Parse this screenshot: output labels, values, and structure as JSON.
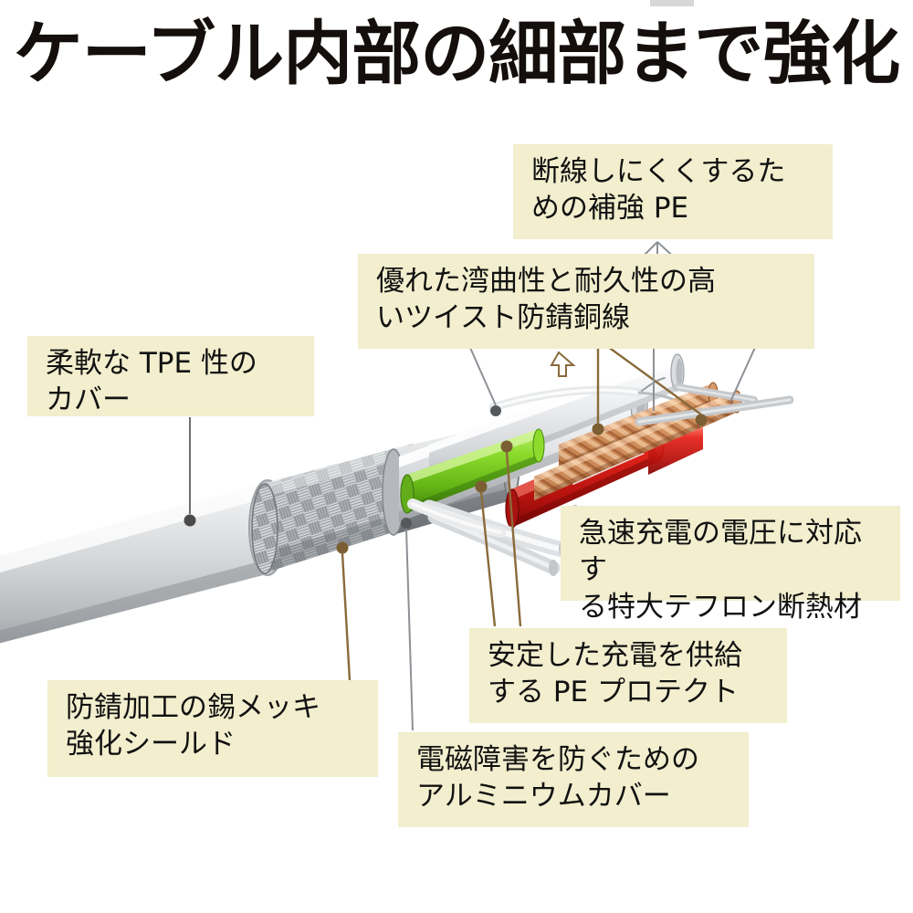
{
  "page": {
    "title": "ケーブル内部の細部まで強化",
    "background_color": "#ffffff",
    "title_color": "#140f0c"
  },
  "theme": {
    "callout_bg": "#f2eece",
    "callout_text": "#111111",
    "leader_brown": "#8a6a3a",
    "leader_gray": "#8d9196",
    "dot_dark": "#4a4a4a"
  },
  "callouts": [
    {
      "id": "reinforce-pe",
      "text": "断線しにくくするた\nめの補強 PE",
      "name": "callout-reinforce-pe"
    },
    {
      "id": "twist-copper",
      "text": "優れた湾曲性と耐久性の高\nいツイスト防錆銅線",
      "name": "callout-twist-copper-wire"
    },
    {
      "id": "tpe-cover",
      "text": "柔軟な TPE 性の\nカバー",
      "name": "callout-tpe-cover"
    },
    {
      "id": "teflon",
      "text": "急速充電の電圧に対応す\nる特大テフロン断熱材",
      "name": "callout-teflon-insulation"
    },
    {
      "id": "pe-protect",
      "text": "安定した充電を供給\nする PE プロテクト",
      "name": "callout-pe-protect"
    },
    {
      "id": "tin-shield",
      "text": "防錆加工の錫メッキ\n強化シールド",
      "name": "callout-tin-plated-shield"
    },
    {
      "id": "alu-cover",
      "text": "電磁障害を防ぐための\nアルミニウムカバー",
      "name": "callout-aluminum-cover"
    }
  ],
  "illustration": {
    "subject": "usb-cable-cutaway",
    "layers": [
      {
        "name": "outer-tpe-jacket",
        "color": "#d9dbdc"
      },
      {
        "name": "tinned-braided-shield",
        "color": "#b9bcc0"
      },
      {
        "name": "aluminium-foil-cover",
        "color": "#9fa3a7"
      },
      {
        "name": "white-pe-sleeve",
        "color": "#e9eaec"
      },
      {
        "name": "green-pe-protector",
        "color": "#7ed321"
      },
      {
        "name": "red-teflon-insulation",
        "color": "#d42020"
      },
      {
        "name": "copper-twisted-wire",
        "color": "#c98a5a"
      },
      {
        "name": "white-signal-wires",
        "color": "#eceef0"
      }
    ]
  }
}
